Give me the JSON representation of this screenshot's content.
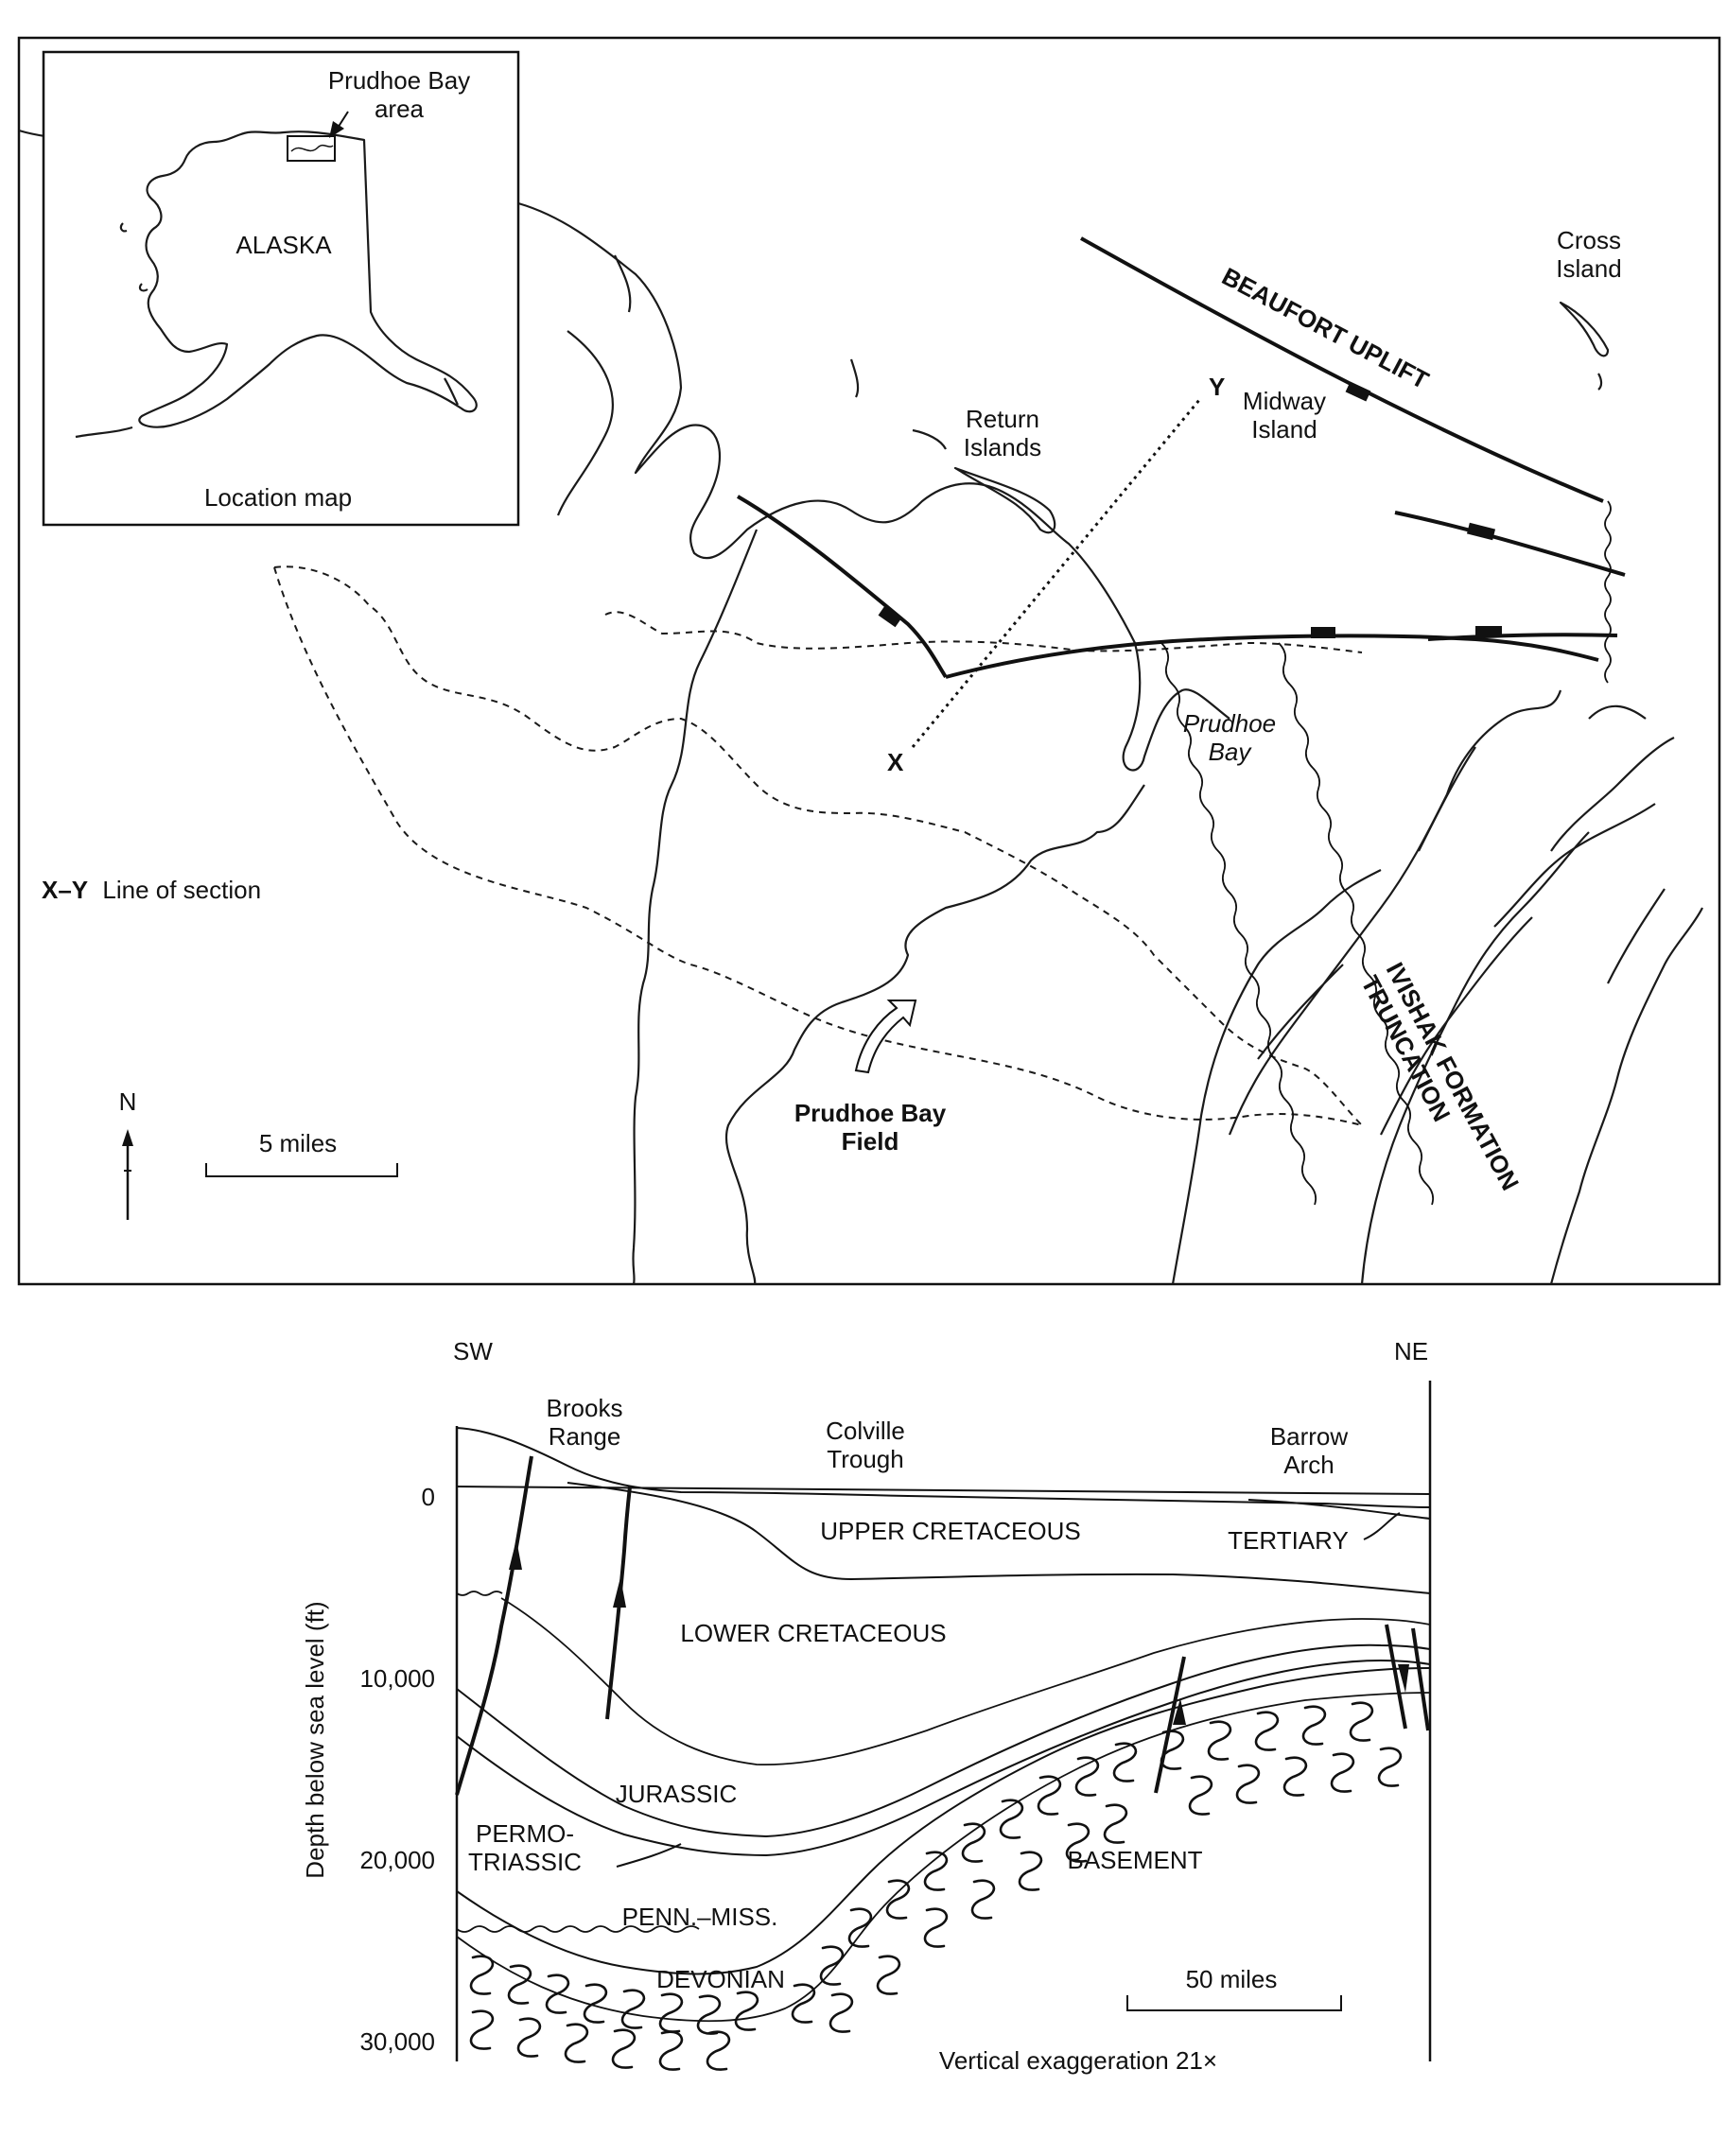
{
  "map": {
    "inset": {
      "state_label": "ALASKA",
      "area_label": "Prudhoe Bay\narea",
      "caption": "Location map"
    },
    "labels": {
      "cross_island": "Cross\nIsland",
      "beaufort_uplift": "BEAUFORT UPLIFT",
      "midway_island": "Midway\nIsland",
      "return_islands": "Return\nIslands",
      "point_y": "Y",
      "point_x": "X",
      "prudhoe_bay": "Prudhoe\nBay",
      "prudhoe_bay_field": "Prudhoe Bay\nField",
      "ivishak_truncation": "IVISHAK FORMATION\nTRUNCATION",
      "line_of_section_key": "X–Y",
      "line_of_section_text": "Line of section",
      "north": "N",
      "scale": "5 miles"
    }
  },
  "section": {
    "left_dir": "SW",
    "right_dir": "NE",
    "features": {
      "brooks_range": "Brooks\nRange",
      "colville_trough": "Colville\nTrough",
      "barrow_arch": "Barrow\nArch"
    },
    "units": {
      "upper_cretaceous": "UPPER CRETACEOUS",
      "tertiary": "TERTIARY",
      "lower_cretaceous": "LOWER CRETACEOUS",
      "jurassic": "JURASSIC",
      "permo_triassic": "PERMO-\nTRIASSIC",
      "basement": "BASEMENT",
      "penn_miss": "PENN.–MISS.",
      "devonian": "DEVONIAN"
    },
    "axis_label": "Depth below sea level (ft)",
    "ticks": [
      "0",
      "10,000",
      "20,000",
      "30,000"
    ],
    "scale": "50 miles",
    "exaggeration": "Vertical exaggeration 21×"
  }
}
